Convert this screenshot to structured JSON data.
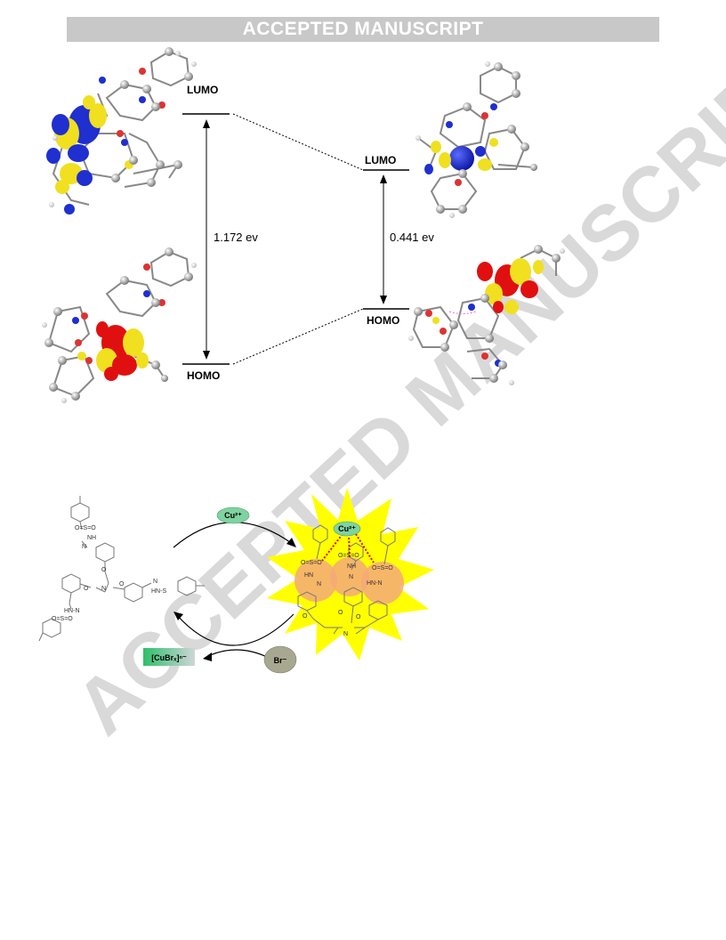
{
  "header": {
    "banner_text": "ACCEPTED MANUSCRIPT"
  },
  "watermark": {
    "text": "ACCEPTED MANUSCRIPT",
    "color": "#d9d9d9"
  },
  "figure_top": {
    "left_lumo_label": "LUMO",
    "left_homo_label": "HOMO",
    "left_gap": "1.172 ev",
    "right_lumo_label": "LUMO",
    "right_homo_label": "HOMO",
    "right_gap": "0.441 ev",
    "orbital_colors": {
      "positive": "#f0e020",
      "negative": "#1f2fd0",
      "homo": "#e01010"
    }
  },
  "figure_bottom": {
    "cu_ion": "Cu²⁺",
    "cu_complex": "Cu²⁺",
    "br_ion": "Br⁻",
    "cubr_product": "[CuBrₓ]ⁿ⁻",
    "group_so2": "O=S=O",
    "group_nh": "NH",
    "group_hn": "HN",
    "group_n": "N",
    "group_o": "O",
    "group_hn_n": "HN-N",
    "group_hn_s": "HN-S",
    "group_nh_s": "NH",
    "colors": {
      "burst": "#ffff00",
      "halo": "#f4a97a",
      "cu_badge": "#7fd3a0",
      "br_badge": "#a8a890"
    }
  }
}
